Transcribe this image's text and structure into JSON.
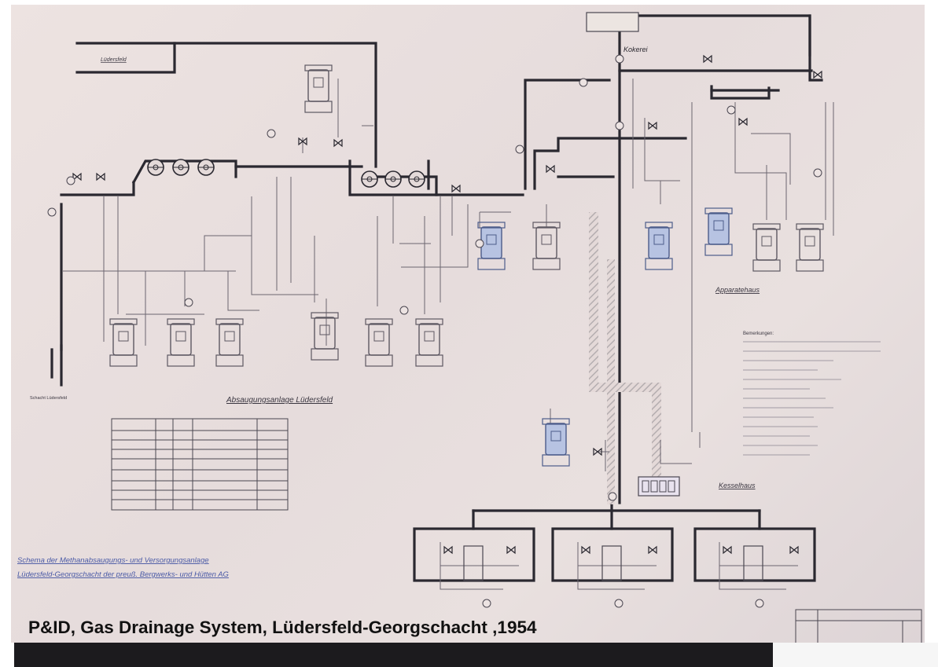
{
  "caption": "P&ID, Gas Drainage System, Lüdersfeld-Georgschacht ,1954",
  "labels": {
    "kokerei": "Kokerei",
    "absauganlage": "Absaugungsanlage Lüdersfeld",
    "apparatehaus": "Apparatehaus",
    "kesselhaus": "Kesselhaus",
    "luedersfeld": "Lüdersfeld",
    "schacht": "Schacht Lüdersfeld",
    "bemerkungen": "Bemerkungen:"
  },
  "title_block": {
    "line1": "Schema der Methanabsaugungs- und Versorgungsanlage",
    "line2": "Lüdersfeld-Georgschacht der preuß. Bergwerks- und Hütten AG"
  },
  "colors": {
    "paper": "#e8dedd",
    "pipe": "#2a2830",
    "thin_line": "#6c6670",
    "tank_blue": "#b7c3e2",
    "hatch": "#b5aeb0"
  }
}
